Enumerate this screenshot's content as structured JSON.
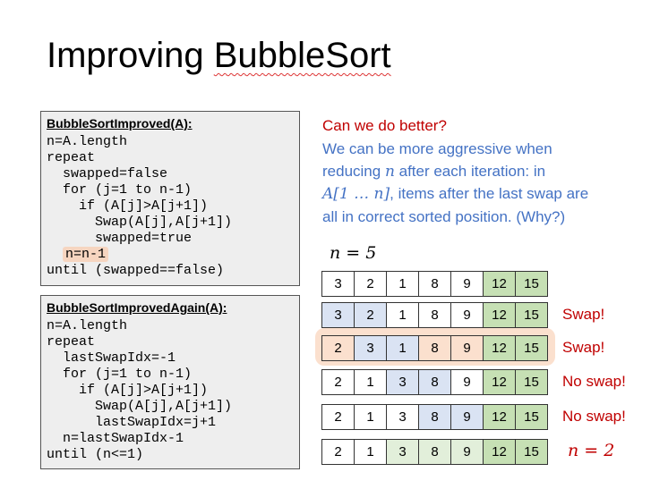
{
  "title": {
    "prefix": "Improving ",
    "main": "BubbleSort"
  },
  "box1": {
    "header": "BubbleSortImproved(A):",
    "lines": [
      "n=A.length",
      "repeat",
      "  swapped=false",
      "  for (j=1 to n-1)",
      "    if (A[j]>A[j+1])",
      "      Swap(A[j],A[j+1])",
      "      swapped=true",
      "  n=n-1",
      "until (swapped==false)"
    ]
  },
  "box2": {
    "header": "BubbleSortImprovedAgain(A):",
    "lines": [
      "n=A.length",
      "repeat",
      "  lastSwapIdx=-1",
      "  for (j=1 to n-1)",
      "    if (A[j]>A[j+1])",
      "      Swap(A[j],A[j+1])",
      "      lastSwapIdx=j+1",
      "  n=lastSwapIdx-1",
      "until (n<=1)"
    ]
  },
  "question": "Can we do better?",
  "explanation": {
    "l1": "We can be more aggressive when",
    "l2a": "reducing ",
    "l2n": "n",
    "l2b": " after each iteration: in",
    "l3a": "A[1 … n]",
    "l3b": ", items after the last swap are",
    "l4": "all in correct sorted position. (Why?)"
  },
  "n_label": "n = 5",
  "rows": [
    {
      "values": [
        "3",
        "2",
        "1",
        "8",
        "9",
        "12",
        "15"
      ],
      "colors": [
        "",
        "",
        "",
        "",
        "",
        "green",
        "green"
      ],
      "label": ""
    },
    {
      "values": [
        "3",
        "2",
        "1",
        "8",
        "9",
        "12",
        "15"
      ],
      "colors": [
        "bluec",
        "bluec",
        "",
        "",
        "",
        "green",
        "green"
      ],
      "label": "Swap!"
    },
    {
      "values": [
        "2",
        "3",
        "1",
        "8",
        "9",
        "12",
        "15"
      ],
      "colors": [
        "",
        "bluec",
        "bluec",
        "",
        "",
        "green",
        "green"
      ],
      "label": "Swap!"
    },
    {
      "values": [
        "2",
        "1",
        "3",
        "8",
        "9",
        "12",
        "15"
      ],
      "colors": [
        "",
        "",
        "bluec",
        "bluec",
        "",
        "green",
        "green"
      ],
      "label": "No swap!"
    },
    {
      "values": [
        "2",
        "1",
        "3",
        "8",
        "9",
        "12",
        "15"
      ],
      "colors": [
        "",
        "",
        "",
        "bluec",
        "bluec",
        "green",
        "green"
      ],
      "label": "No swap!"
    },
    {
      "values": [
        "2",
        "1",
        "3",
        "8",
        "9",
        "12",
        "15"
      ],
      "colors": [
        "",
        "",
        "lgreen",
        "lgreen",
        "lgreen",
        "green",
        "green"
      ],
      "label": "n = 2"
    }
  ],
  "colors": {
    "question": "#c00000",
    "explanation": "#4472c4",
    "sorted": "#c6e0b4",
    "compare": "#dae3f3",
    "highlight": "#f8cbad"
  }
}
